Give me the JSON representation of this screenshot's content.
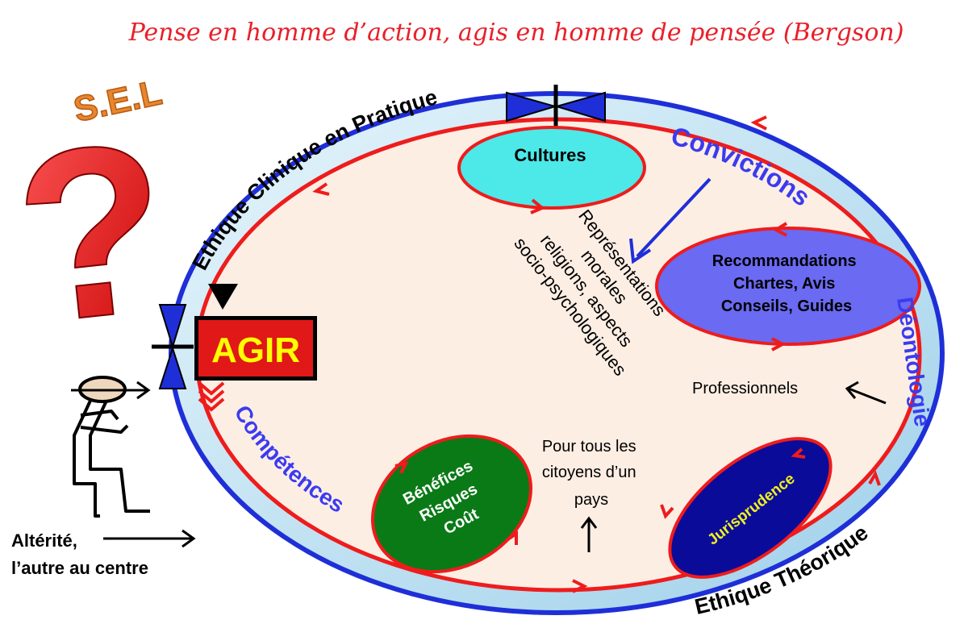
{
  "quote": "Pense en homme d’action, agis en homme de pensée (Bergson)",
  "sel_label": "S.E.L",
  "question_mark": "?",
  "agir_label": "AGIR",
  "outer_labels": {
    "top": "Ethique Clinique en Pratique",
    "bottom": "Ethique Théorique"
  },
  "section_labels": {
    "convictions": "Convictions",
    "deontologie": "Déontologie",
    "competences": "Compétences"
  },
  "bubbles": {
    "cultures": "Cultures",
    "recommandations": [
      "Recommandations",
      "Chartes, Avis",
      "Conseils, Guides"
    ],
    "jurisprudence": "Jurisprudence",
    "benefices": [
      "Bénéfices",
      "Risques",
      "Coût"
    ]
  },
  "representations": [
    "Représentations",
    "morales",
    "religions, aspects",
    "socio-psychologiques"
  ],
  "professionnels": "Professionnels",
  "citoyens": [
    "Pour tous les",
    "citoyens d’un",
    "pays"
  ],
  "alterite": [
    "Altérité,",
    "l’autre au centre"
  ],
  "colors": {
    "quote": "#e8202a",
    "red": "#ee1c1c",
    "blue_label": "#3b3bef",
    "outer_ring": "#1e2fd8",
    "inner_fill": "#fdeee4",
    "ring_fill": "#c9e6f3",
    "cultures_fill": "#4de8e8",
    "recommandations_fill": "#6a6af2",
    "jurisprudence_fill": "#0b0b9a",
    "jurisprudence_text": "#f0f020",
    "benefices_fill": "#0a7a16",
    "agir_fill": "#e01818",
    "agir_text": "#ffff00",
    "sel_orange": "#e8862e"
  }
}
